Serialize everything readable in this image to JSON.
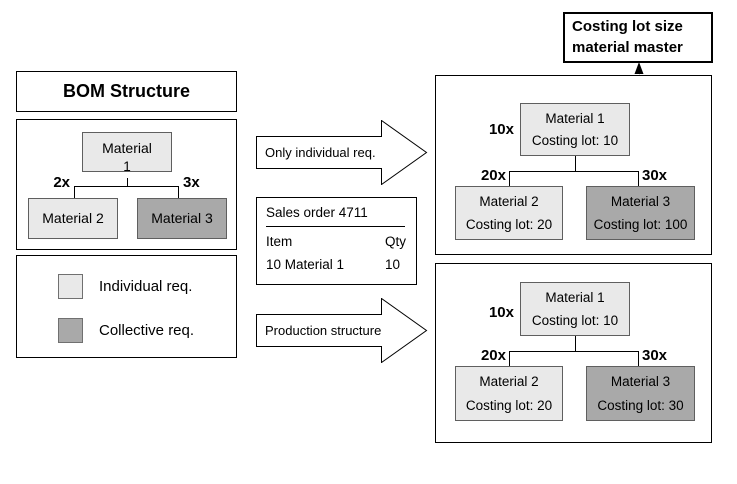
{
  "colors": {
    "light_fill": "#e9e9e9",
    "dark_fill": "#a9a9a9"
  },
  "annotation": {
    "text": "Costing lot size material master"
  },
  "bom_panel": {
    "title": "BOM Structure",
    "root_label": "Material",
    "root_sub": "1",
    "mult_left": "2x",
    "mult_right": "3x",
    "child_left": "Material 2",
    "child_right": "Material 3"
  },
  "legend": {
    "items": [
      {
        "label": "Individual req."
      },
      {
        "label": "Collective req."
      }
    ]
  },
  "arrow_top": {
    "label": "Only individual req."
  },
  "arrow_bottom": {
    "label": "Production structure"
  },
  "sales_order": {
    "title": "Sales order 4711",
    "col_item": "Item",
    "col_qty": "Qty",
    "line_item": "10 Material 1",
    "line_qty": "10"
  },
  "structures": [
    {
      "root_mult": "10x",
      "root_title": "Material 1",
      "root_lot": "Costing lot: 10",
      "mult_left": "20x",
      "mult_right": "30x",
      "child_left_title": "Material 2",
      "child_left_lot": "Costing lot: 20",
      "child_right_title": "Material 3",
      "child_right_lot": "Costing lot: 100"
    },
    {
      "root_mult": "10x",
      "root_title": "Material 1",
      "root_lot": "Costing lot: 10",
      "mult_left": "20x",
      "mult_right": "30x",
      "child_left_title": "Material 2",
      "child_left_lot": "Costing lot: 20",
      "child_right_title": "Material 3",
      "child_right_lot": "Costing lot: 30"
    }
  ]
}
